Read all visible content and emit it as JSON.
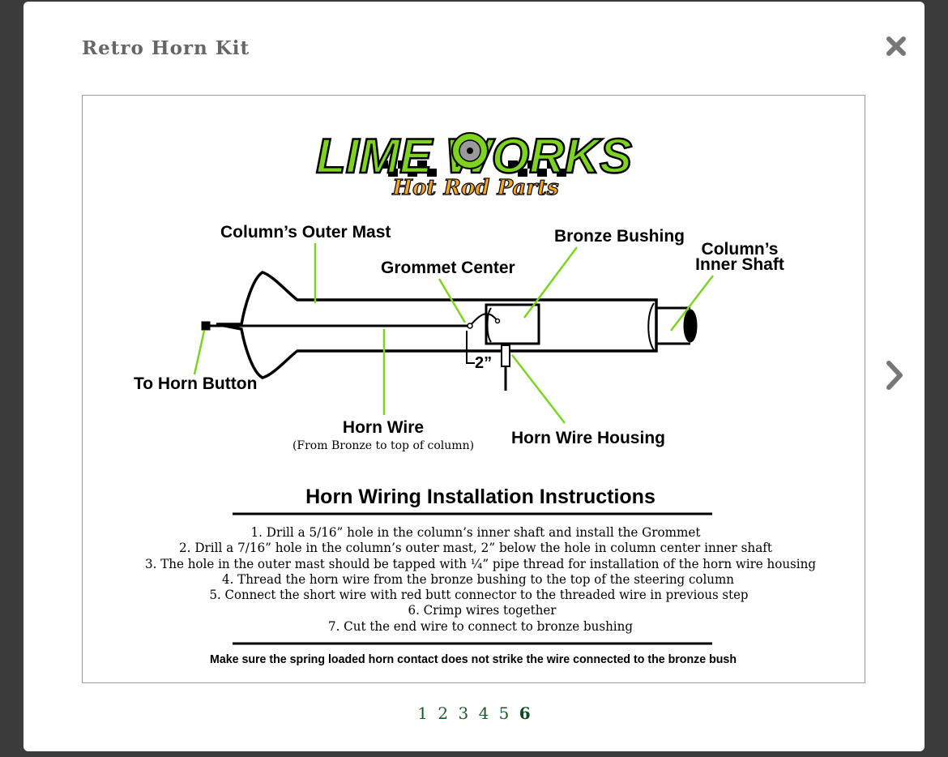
{
  "modal": {
    "title": "Retro Horn Kit",
    "close_icon": "close-icon",
    "next_icon": "chevron-right-icon"
  },
  "diagram": {
    "logo": {
      "brand": "LIME WORKS",
      "tagline": "Hot Rod Parts",
      "colors": {
        "lime": "#7ed321",
        "orange": "#f5a623"
      }
    },
    "labels": {
      "outer_mast": "Column’s Outer Mast",
      "bronze_bushing": "Bronze Bushing",
      "inner_shaft_line1": "Column’s",
      "inner_shaft_line2": "Inner Shaft",
      "grommet_center": "Grommet Center",
      "horn_button": "To Horn Button",
      "measure": "2”",
      "horn_wire": "Horn Wire",
      "horn_wire_note": "(From Bronze to top of column)",
      "horn_wire_housing": "Horn Wire Housing"
    },
    "instructions_title": "Horn Wiring Installation Instructions",
    "steps": [
      "1. Drill a 5/16” hole in the column’s inner shaft and install the Grommet",
      "2. Drill a 7/16” hole in the column’s outer mast, 2” below the hole in column center inner shaft",
      "3. The hole in the outer mast should be tapped with ¼” pipe thread for installation of the horn wire housing",
      "4. Thread the horn wire from the bronze bushing to the top of the steering column",
      "5. Connect the short wire with red butt connector to the threaded wire in previous step",
      "6. Crimp wires together",
      "7. Cut the end wire to connect to bronze bushing"
    ],
    "warning": "Make sure the spring loaded horn contact does not strike the wire connected to the bronze bush"
  },
  "pager": {
    "pages": [
      "1",
      "2",
      "3",
      "4",
      "5",
      "6"
    ],
    "current": "6"
  }
}
